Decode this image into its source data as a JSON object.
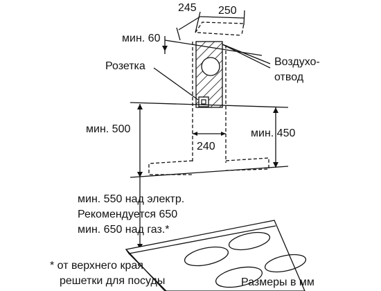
{
  "dimensions": {
    "top_left": "245",
    "top_right": "250",
    "min_60": "мин. 60",
    "min_500": "мин. 500",
    "width_240": "240",
    "min_450": "мин. 450"
  },
  "labels": {
    "socket": "Розетка",
    "air_outlet_line1": "Воздухо-",
    "air_outlet_line2": "отвод",
    "note_line1": "мин. 550 над электр.",
    "note_line2": "Рекомендуется 650",
    "note_line3": "мин. 650 над газ.*",
    "footnote_line1": "* от верхнего края",
    "footnote_line2": "решетки для посуды",
    "units": "Размеры в мм"
  }
}
